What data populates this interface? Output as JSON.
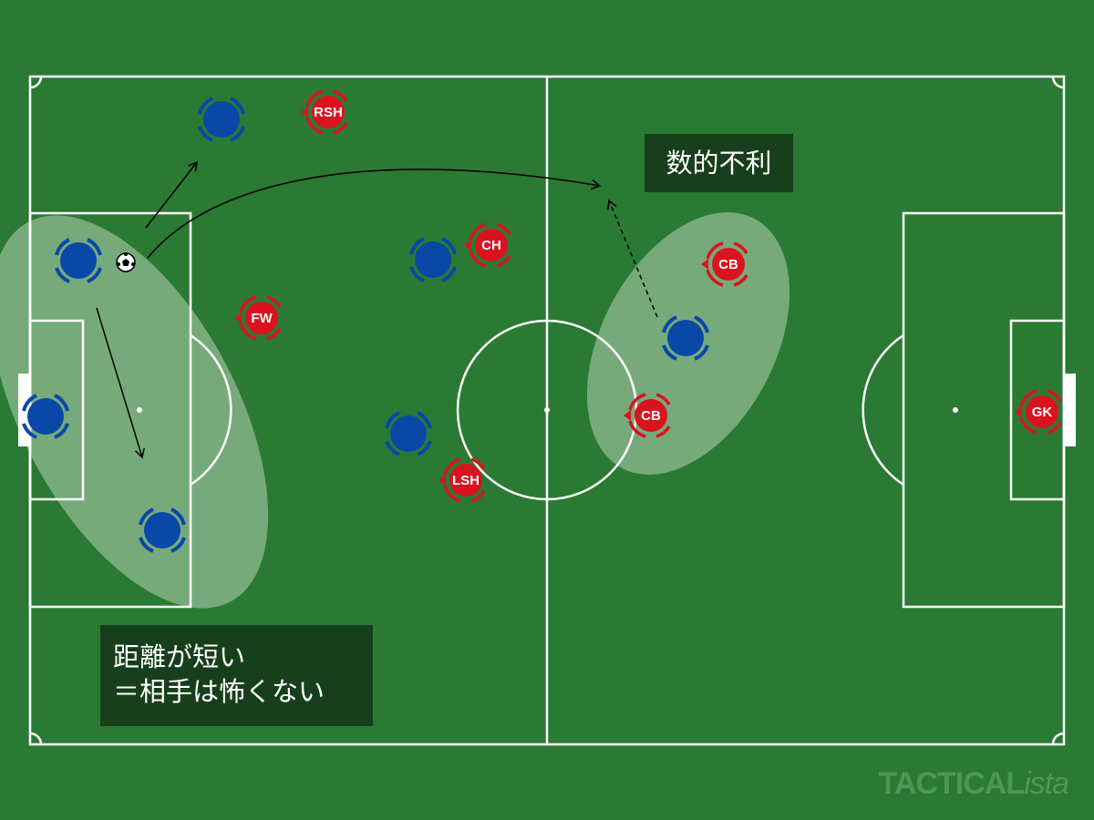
{
  "labels": {
    "numerical_disadvantage": "数的不利",
    "distance_line1": "距離が短い",
    "distance_line2": "＝相手は怖くない"
  },
  "players": {
    "red_team": [
      "RSH",
      "CH",
      "FW",
      "CB",
      "CB",
      "LSH",
      "GK"
    ]
  },
  "watermark": {
    "brand": "TACTICAL",
    "brand_suffix": "ista"
  },
  "colors": {
    "pitch": "#2a7a33",
    "lines": "#ffffff",
    "blue_team": "#0a48a8",
    "red_team": "#d9141f",
    "highlight_zone": "rgba(225,235,225,0.45)",
    "label_bg": "#173f1c"
  }
}
